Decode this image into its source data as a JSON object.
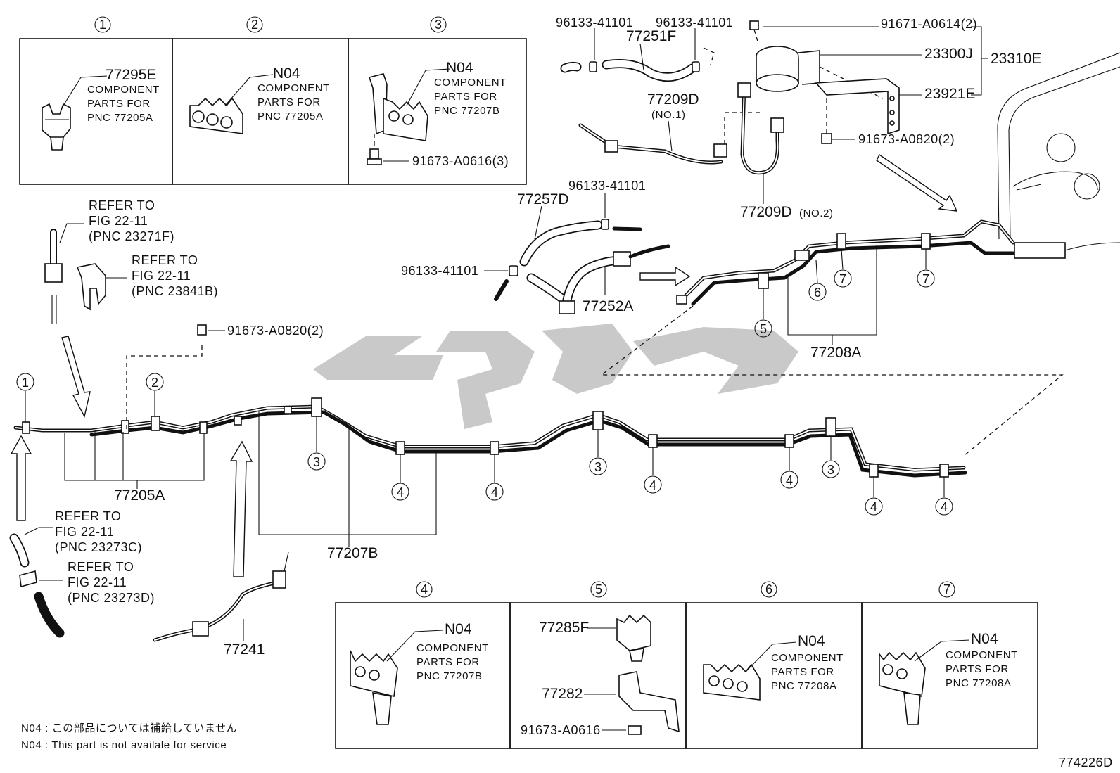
{
  "note_line_1": "N04 : この部品については補給していません",
  "note_line_2": "N04 : This part is not availale for service",
  "figure_code": "774226D",
  "callouts": {
    "c1": "1",
    "c2": "2",
    "c3": "3",
    "c4": "4",
    "c5": "5",
    "c6": "6",
    "c7": "7"
  },
  "box1": {
    "pnc": "77295E",
    "text1": "COMPONENT",
    "text2": "PARTS FOR",
    "text3": "PNC 77205A"
  },
  "box2": {
    "pnc": "N04",
    "text1": "COMPONENT",
    "text2": "PARTS FOR",
    "text3": "PNC 77205A"
  },
  "box3": {
    "pnc": "N04",
    "text1": "COMPONENT",
    "text2": "PARTS FOR",
    "text3": "PNC 77207B",
    "bolt": "91673-A0616(3)"
  },
  "box4": {
    "pnc": "N04",
    "text1": "COMPONENT",
    "text2": "PARTS FOR",
    "text3": "PNC 77207B"
  },
  "box5": {
    "a": "77285F",
    "b": "77282",
    "c": "91673-A0616"
  },
  "box6": {
    "pnc": "N04",
    "text1": "COMPONENT",
    "text2": "PARTS FOR",
    "text3": "PNC 77208A"
  },
  "box7": {
    "pnc": "N04",
    "text1": "COMPONENT",
    "text2": "PARTS FOR",
    "text3": "PNC 77208A"
  },
  "upper": {
    "clip_a": "96133-41101",
    "clip_b": "96133-41101",
    "hose_f": "77251F",
    "pipe_d1": "77209D",
    "pipe_d1_sub": "(NO.1)",
    "pipe_d2": "77209D",
    "pipe_d2_sub": "(NO.2)",
    "bolt_top": "91671-A0614(2)",
    "canister": "23300J",
    "assy": "23310E",
    "bracket": "23921E",
    "bolt_side": "91673-A0820(2)",
    "hose_257": "77257D",
    "clip_c": "96133-41101",
    "clip_d": "96133-41101",
    "pipe_252": "77252A"
  },
  "refs": {
    "r1_line1": "REFER TO",
    "r1_line2": "FIG 22-11",
    "r1_line3": "(PNC 23271F)",
    "r2_line1": "REFER TO",
    "r2_line2": "FIG 22-11",
    "r2_line3": "(PNC 23841B)",
    "r3_line1": "REFER TO",
    "r3_line2": "FIG 22-11",
    "r3_line3": "(PNC 23273C)",
    "r4_line1": "REFER TO",
    "r4_line2": "FIG 22-11",
    "r4_line3": "(PNC 23273D)"
  },
  "main": {
    "bolt_clamp": "91673-A0820(2)",
    "tube_205": "77205A",
    "tube_207": "77207B",
    "tube_208": "77208A",
    "pipe_241": "77241"
  }
}
